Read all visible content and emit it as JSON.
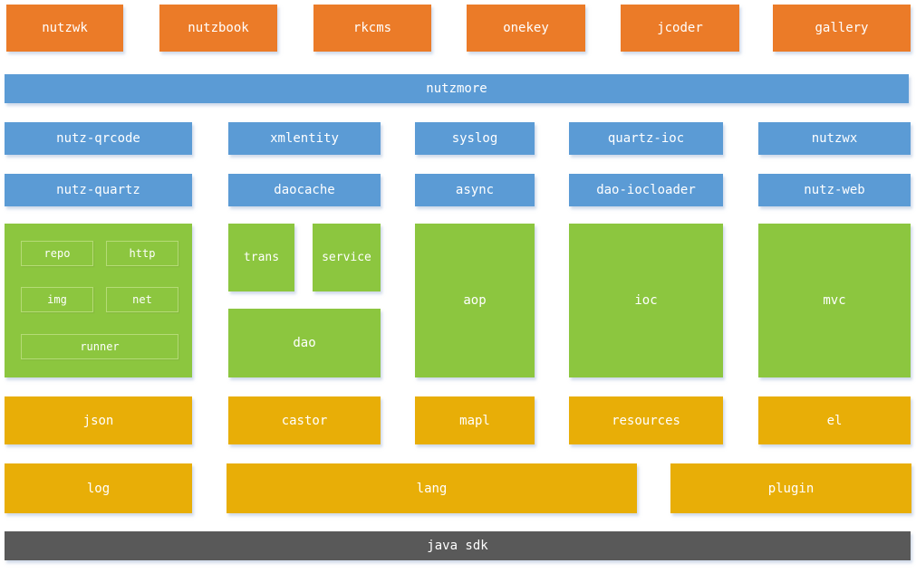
{
  "colors": {
    "app_orange": "#EB7B28",
    "plugin_blue": "#5B9BD5",
    "core_green": "#8CC63F",
    "core_sub_border": "#B5DB76",
    "util_yellow": "#E8AE07",
    "base_gray": "#595959",
    "label_white": "#FFFFFF"
  },
  "apps": {
    "items": [
      {
        "label": "nutzwk"
      },
      {
        "label": "nutzbook"
      },
      {
        "label": "rkcms"
      },
      {
        "label": "onekey"
      },
      {
        "label": "jcoder"
      },
      {
        "label": "gallery"
      }
    ]
  },
  "nutzmore": {
    "label": "nutzmore"
  },
  "plugins": {
    "row1": [
      {
        "label": "nutz-qrcode"
      },
      {
        "label": "xmlentity"
      },
      {
        "label": "syslog"
      },
      {
        "label": "quartz-ioc"
      },
      {
        "label": "nutzwx"
      }
    ],
    "row2": [
      {
        "label": "nutz-quartz"
      },
      {
        "label": "daocache"
      },
      {
        "label": "async"
      },
      {
        "label": "dao-iocloader"
      },
      {
        "label": "nutz-web"
      }
    ]
  },
  "core": {
    "misc": {
      "items": [
        {
          "label": "repo"
        },
        {
          "label": "http"
        },
        {
          "label": "img"
        },
        {
          "label": "net"
        },
        {
          "label": "runner"
        }
      ]
    },
    "trans": {
      "label": "trans"
    },
    "service": {
      "label": "service"
    },
    "dao": {
      "label": "dao"
    },
    "aop": {
      "label": "aop"
    },
    "ioc": {
      "label": "ioc"
    },
    "mvc": {
      "label": "mvc"
    }
  },
  "utils": {
    "row1": [
      {
        "label": "json"
      },
      {
        "label": "castor"
      },
      {
        "label": "mapl"
      },
      {
        "label": "resources"
      },
      {
        "label": "el"
      }
    ],
    "row2": [
      {
        "label": "log"
      },
      {
        "label": "lang"
      },
      {
        "label": "plugin"
      }
    ]
  },
  "base": {
    "label": "java sdk"
  }
}
